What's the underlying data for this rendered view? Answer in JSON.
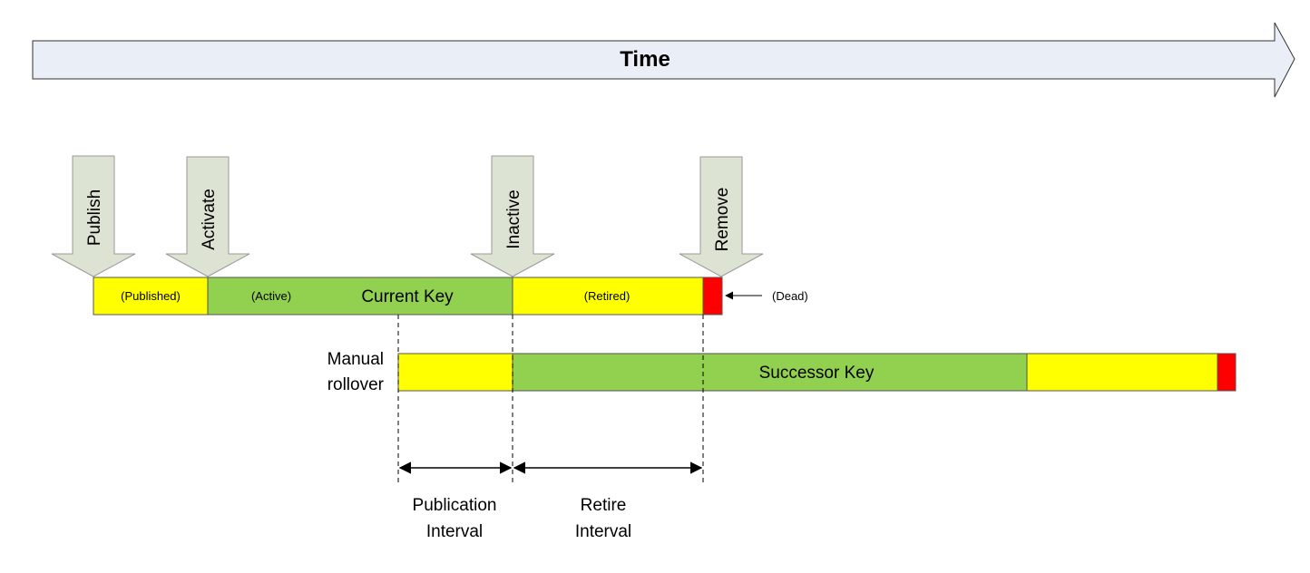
{
  "time_arrow": {
    "label": "Time"
  },
  "events": [
    {
      "key": "publish",
      "label": "Publish"
    },
    {
      "key": "activate",
      "label": "Activate"
    },
    {
      "key": "inactive",
      "label": "Inactive"
    },
    {
      "key": "remove",
      "label": "Remove"
    }
  ],
  "current_key": {
    "name": "Current Key",
    "published_label": "(Published)",
    "active_label": "(Active)",
    "retired_label": "(Retired)",
    "dead_label": "(Dead)"
  },
  "successor_key": {
    "name": "Successor Key",
    "trigger_line1": "Manual",
    "trigger_line2": "rollover"
  },
  "intervals": {
    "publication_line1": "Publication",
    "publication_line2": "Interval",
    "retire_line1": "Retire",
    "retire_line2": "Interval"
  },
  "colors": {
    "published": "#ffff00",
    "active": "#92d050",
    "retired": "#ffff00",
    "dead": "#ff0000",
    "time_arrow_fill": "#e9eef7",
    "event_arrow_fill": "#dde3d3",
    "event_arrow_stroke": "#9a9a9a"
  }
}
